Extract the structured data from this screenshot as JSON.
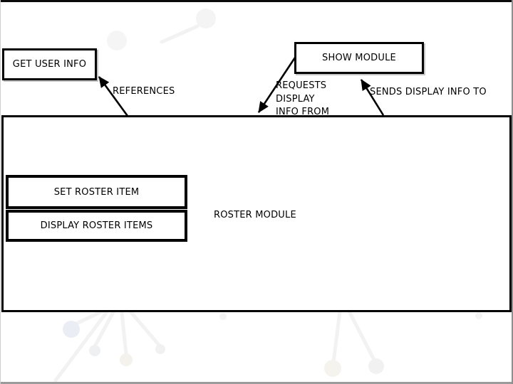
{
  "diagram": {
    "nodes": {
      "get_user_info": {
        "label": "GET USER INFO"
      },
      "show_module": {
        "label": "SHOW MODULE"
      },
      "set_roster_item": {
        "label": "SET ROSTER ITEM"
      },
      "display_roster_items": {
        "label": "DISPLAY ROSTER ITEMS"
      },
      "roster_module": {
        "label": "ROSTER MODULE"
      }
    },
    "edges": {
      "references": {
        "label": "REFERENCES",
        "from": "roster_module",
        "to": "get_user_info"
      },
      "requests_display_info_from": {
        "label": "REQUESTS DISPLAY INFO FROM",
        "lines": [
          "REQUESTS",
          "DISPLAY",
          "INFO FROM"
        ],
        "from": "show_module",
        "to": "roster_module"
      },
      "sends_display_info_to": {
        "label": "SENDS DISPLAY INFO TO",
        "from": "roster_module",
        "to": "show_module"
      }
    },
    "colors": {
      "box_border": "#000000",
      "box_fill": "#ffffff",
      "arrow": "#000000",
      "text": "#000000",
      "background": "#ffffff",
      "decoration_gray": "#f2f2f4",
      "decoration_blue": "#eaedf3",
      "decoration_tan": "#f4f2ec"
    }
  }
}
